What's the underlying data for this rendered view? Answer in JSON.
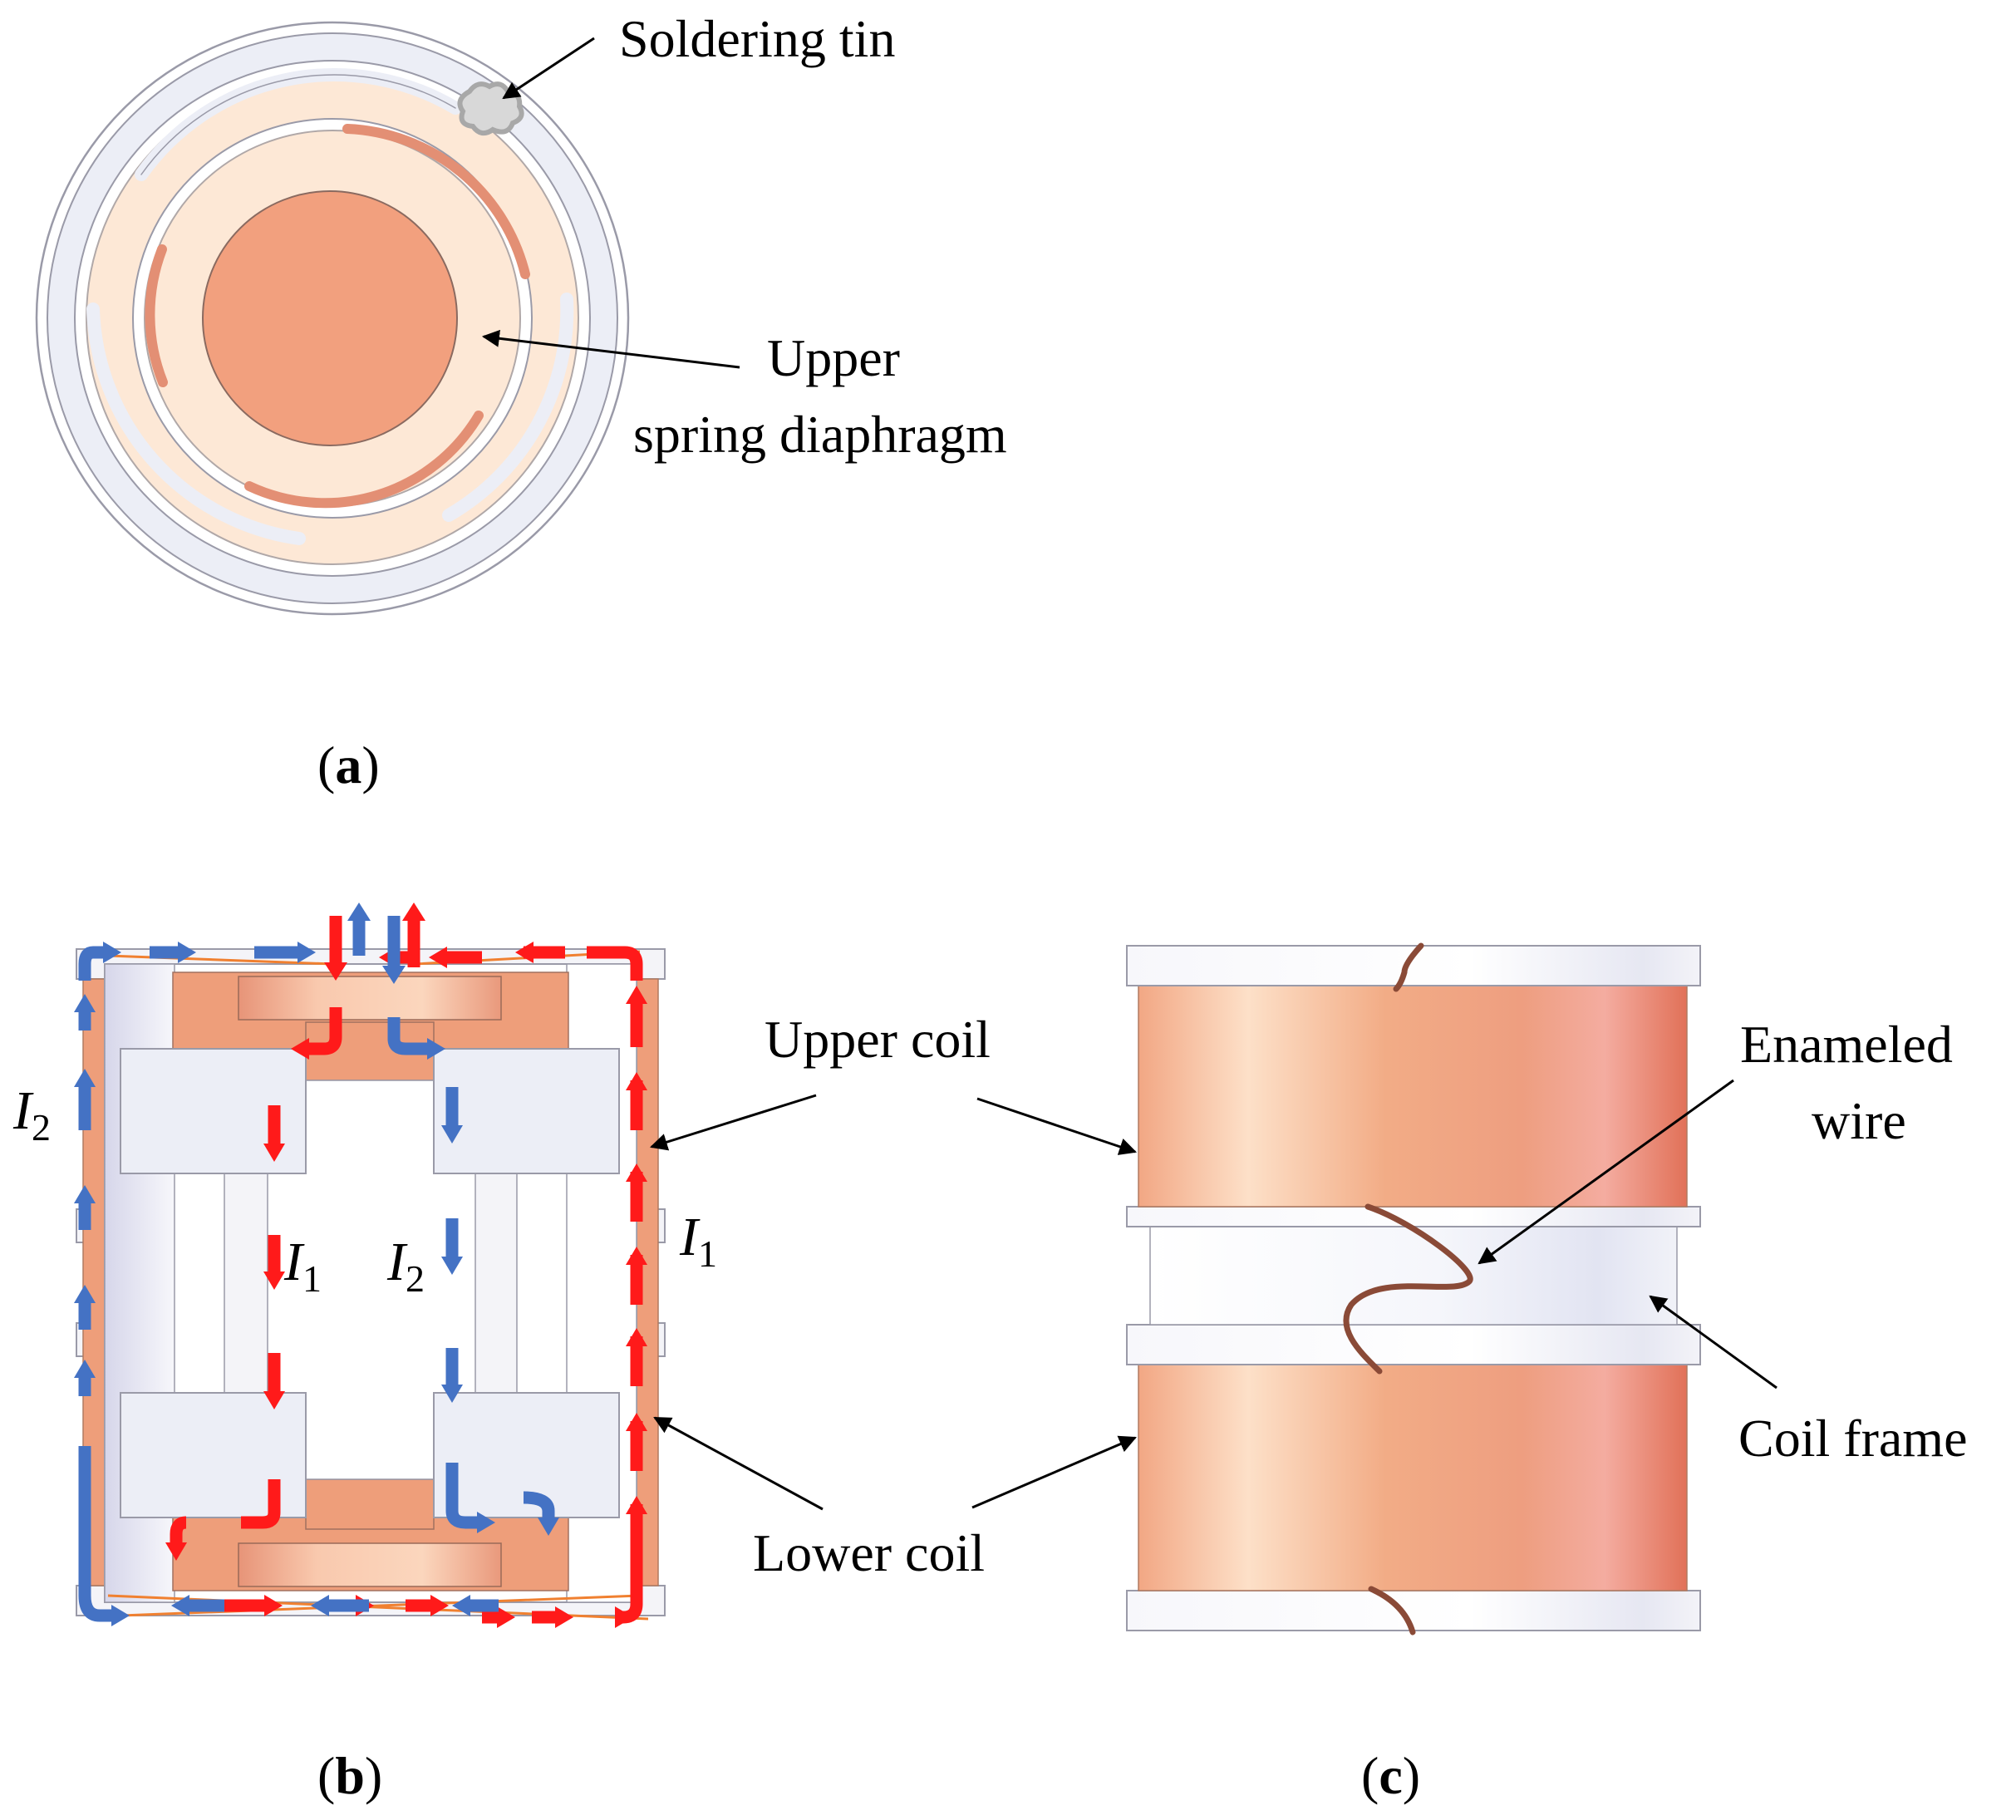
{
  "panel_a": {
    "label_soldering": "Soldering tin",
    "label_diaphragm_1": "Upper",
    "label_diaphragm_2": "spring diaphragm",
    "caption": "(a)",
    "caption_letter": "a"
  },
  "panel_b": {
    "label_upper_coil": "Upper coil",
    "label_lower_coil": "Lower coil",
    "current_symbol": "I",
    "sub_1": "1",
    "sub_2": "2",
    "caption_letter": "b"
  },
  "panel_c": {
    "label_enameled_1": "Enameled",
    "label_enameled_2": "wire",
    "label_coil_frame": "Coil frame",
    "caption_letter": "c"
  },
  "colors": {
    "copper_light": "#fbd9bf",
    "copper": "#ee9e7a",
    "copper_dark": "#e07960",
    "diaphragm_fill": "#fde8d6",
    "ring_fill": "#eceef6",
    "frame_fill": "#eef0f8",
    "wire": "#8a4a37",
    "current_red": "#ff1a1a",
    "current_blue": "#4472c4",
    "solder": "#a8a8a8"
  }
}
